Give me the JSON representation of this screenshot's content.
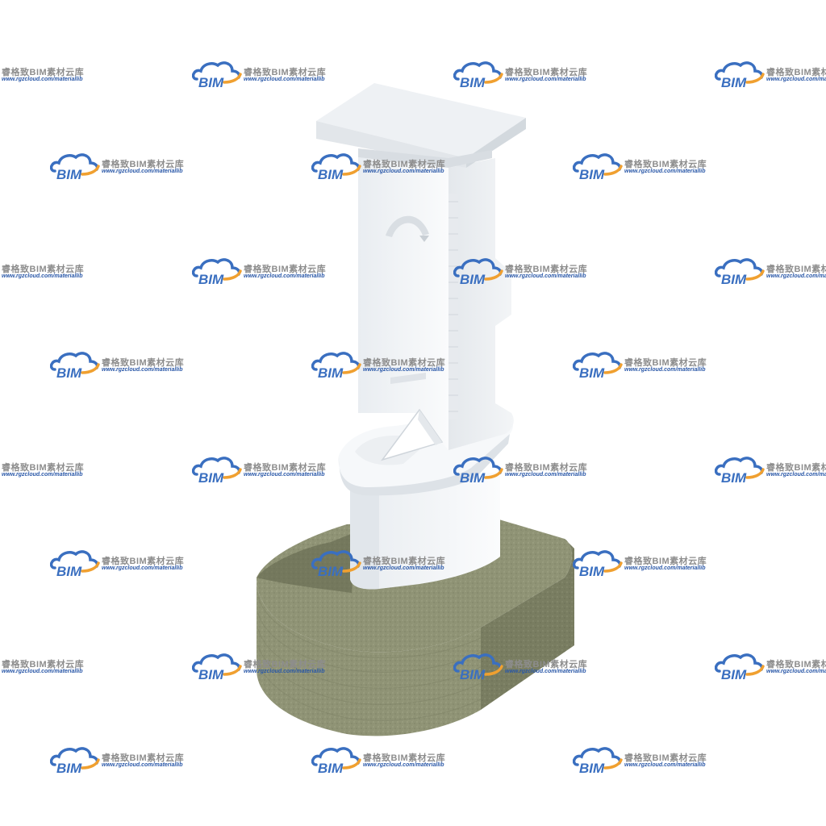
{
  "watermark": {
    "logo_text": "BIM",
    "title": "睿格致BIM素材云库",
    "url": "www.rgzcloud.com/materiallib",
    "colors": {
      "cloud_blue": "#3a6fc0",
      "cloud_orange": "#f0a030",
      "title_gray": "#8d8d8d",
      "url_blue": "#2a58a8"
    }
  },
  "model": {
    "description_icon": "bollard-3d-model",
    "colors": {
      "white_body": "#f4f6f8",
      "shadow_body": "#dde2e7",
      "deep_shadow": "#c7cdd3",
      "concrete": "#8f9375",
      "concrete_dark": "#6e7256"
    }
  }
}
